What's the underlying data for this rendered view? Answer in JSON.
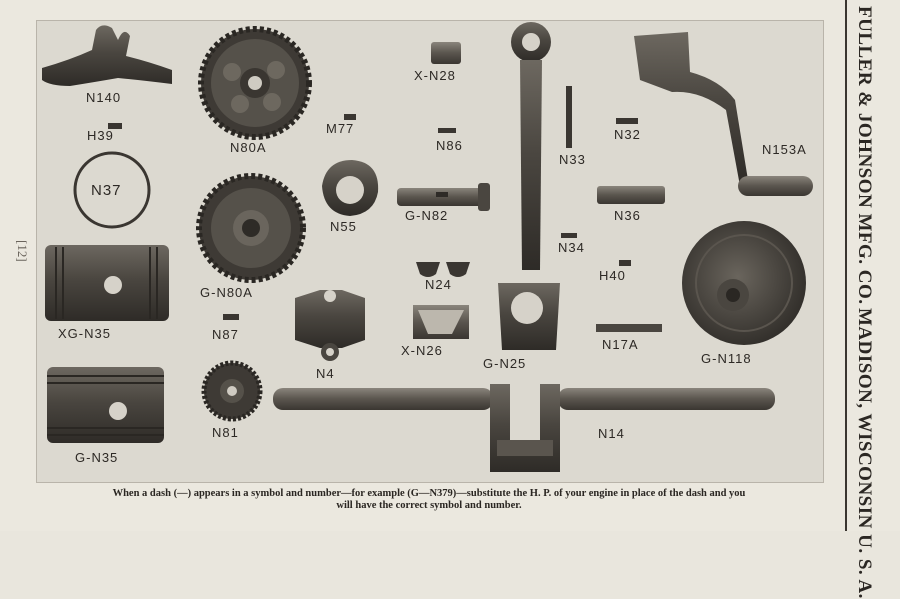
{
  "side_text": {
    "top": "FULLER & JOHNSON MFG. CO.",
    "bottom": "MADISON, WISCONSIN U. S. A."
  },
  "page_number": "[12]",
  "labels": {
    "n140": "N140",
    "h39": "H39",
    "n80a": "N80A",
    "m77": "M77",
    "x_n28": "X-N28",
    "n86": "N86",
    "n33": "N33",
    "n32": "N32",
    "n153a": "N153A",
    "n37": "N37",
    "n55": "N55",
    "g_n82": "G-N82",
    "n36": "N36",
    "g_n80a": "G-N80A",
    "n34": "N34",
    "n24": "N24",
    "h40": "H40",
    "xg_n35": "XG-N35",
    "n87": "N87",
    "x_n26": "X-N26",
    "g_n25": "G-N25",
    "n17a": "N17A",
    "g_n118": "G-N118",
    "n4": "N4",
    "n81": "N81",
    "n14": "N14",
    "g_n35": "G-N35"
  },
  "footnote": {
    "line1": "When a dash (—) appears in a symbol and number—for example (G—N379)—substitute the H. P. of your engine in place of the dash and you",
    "line2": "will have the correct symbol and number."
  }
}
